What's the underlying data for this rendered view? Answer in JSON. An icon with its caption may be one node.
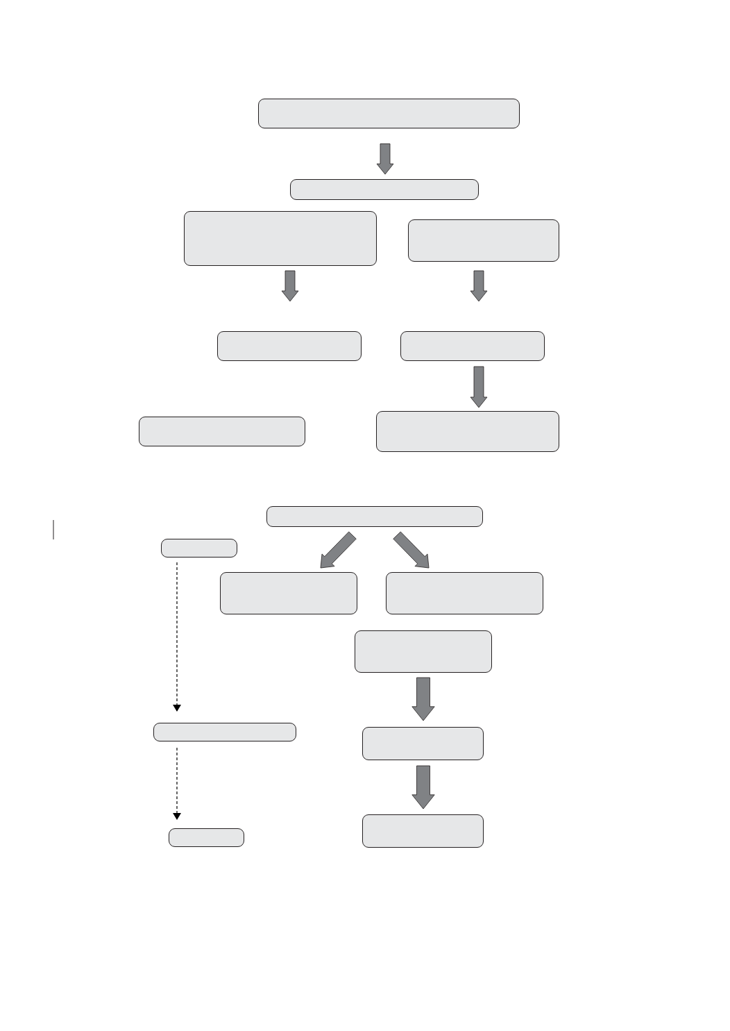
{
  "diagram": {
    "nodes": [
      {
        "text": [],
        "shape": "box"
      },
      {
        "text": [],
        "shape": "box"
      },
      {
        "text": [],
        "shape": "box"
      },
      {
        "text": [],
        "shape": "box"
      },
      {
        "text": [],
        "shape": "box"
      },
      {
        "text": [],
        "shape": "box"
      },
      {
        "text": [],
        "shape": "box"
      },
      {
        "text": [],
        "shape": "box"
      },
      {
        "text": [],
        "shape": "box"
      },
      {
        "text": [],
        "shape": "box"
      },
      {
        "text": [],
        "shape": "box"
      },
      {
        "text": [],
        "shape": "box"
      },
      {
        "text": [],
        "shape": "box"
      },
      {
        "text": [],
        "shape": "box"
      },
      {
        "text": [],
        "shape": "box"
      },
      {
        "text": [],
        "shape": "box"
      },
      {
        "text": [],
        "shape": "box"
      }
    ],
    "edges": [
      {
        "from": 0,
        "to": 1,
        "arrow": "to",
        "style": "thick"
      },
      {
        "from": 2,
        "to": 4,
        "arrow": "to",
        "style": "thick"
      },
      {
        "from": 3,
        "to": 5,
        "arrow": "to",
        "style": "thick"
      },
      {
        "from": 5,
        "to": 7,
        "arrow": "to",
        "style": "thick"
      },
      {
        "from": 8,
        "to": 10,
        "arrow": "to",
        "style": "thick"
      },
      {
        "from": 8,
        "to": 11,
        "arrow": "to",
        "style": "thick"
      },
      {
        "from": 9,
        "to": 13,
        "arrow": "to",
        "style": "dashed",
        "color": "#000000"
      },
      {
        "from": 12,
        "to": 14,
        "arrow": "to",
        "style": "thick"
      },
      {
        "from": 13,
        "to": 15,
        "arrow": "to",
        "style": "dashed",
        "color": "#000000"
      },
      {
        "from": 14,
        "to": 16,
        "arrow": "to",
        "style": "thick"
      }
    ]
  }
}
